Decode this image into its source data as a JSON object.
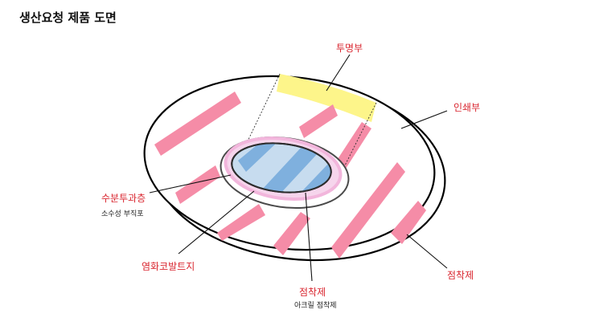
{
  "title": "생산요청 제품 도면",
  "labels": {
    "transparent": "투명부",
    "print": "인쇄부",
    "moisture": "수분투과층",
    "moisture_sub": "소수성 부직포",
    "cobalt": "염화코발트지",
    "adhesive_mid": "점착제",
    "adhesive_mid_sub": "아크릴 점착제",
    "adhesive_right": "점착제"
  },
  "colors": {
    "label": "#d9262f",
    "stripe": "#f58ca7",
    "window": "#fdf58a",
    "indicator_blue": "#7fb0de",
    "indicator_light": "#c7dcef",
    "halo": "#f3c6e6"
  }
}
